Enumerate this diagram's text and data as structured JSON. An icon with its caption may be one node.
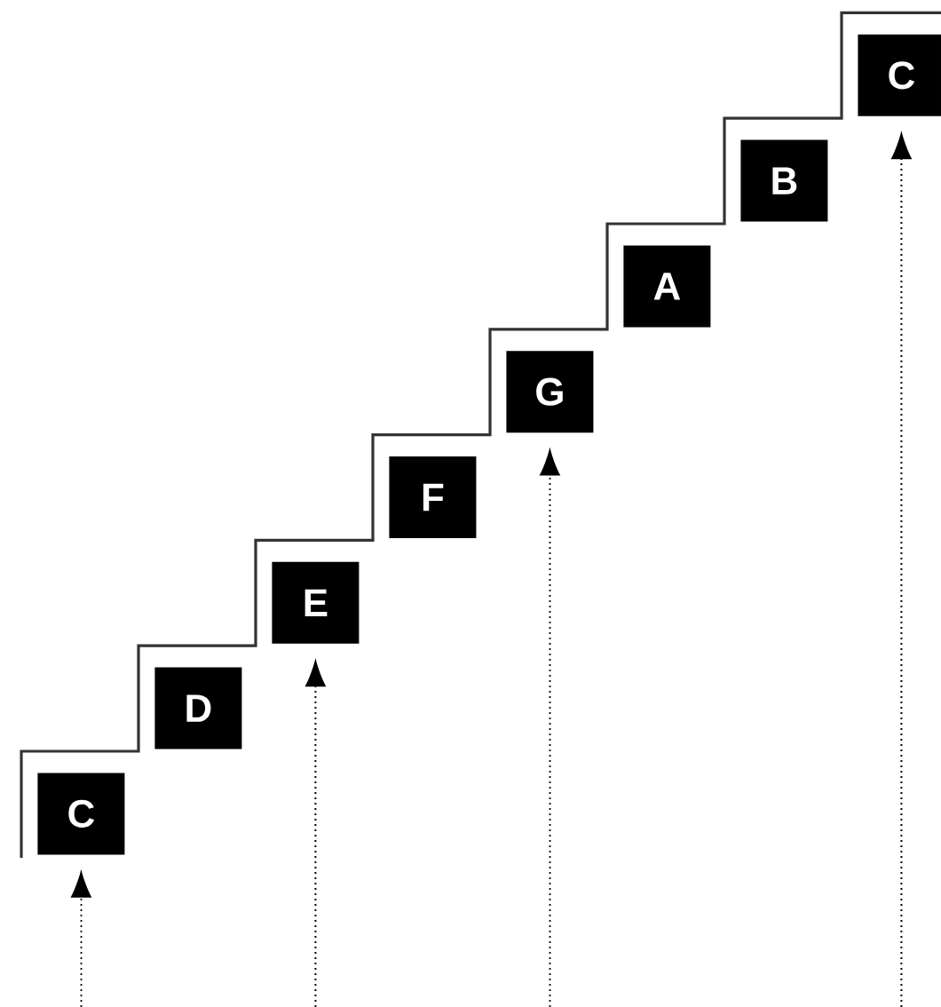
{
  "diagram": {
    "nodes": [
      {
        "text": [
          "C"
        ]
      },
      {
        "text": [
          "D"
        ]
      },
      {
        "text": [
          "E"
        ]
      },
      {
        "text": [
          "F"
        ]
      },
      {
        "text": [
          "G"
        ]
      },
      {
        "text": [
          "A"
        ]
      },
      {
        "text": [
          "B"
        ]
      },
      {
        "text": [
          "C"
        ]
      }
    ],
    "edges": [
      {
        "from": null,
        "to": 0,
        "arrow": "to"
      },
      {
        "from": null,
        "to": 2,
        "arrow": "to"
      },
      {
        "from": null,
        "to": 4,
        "arrow": "to"
      },
      {
        "from": null,
        "to": 7,
        "arrow": "to"
      }
    ]
  }
}
